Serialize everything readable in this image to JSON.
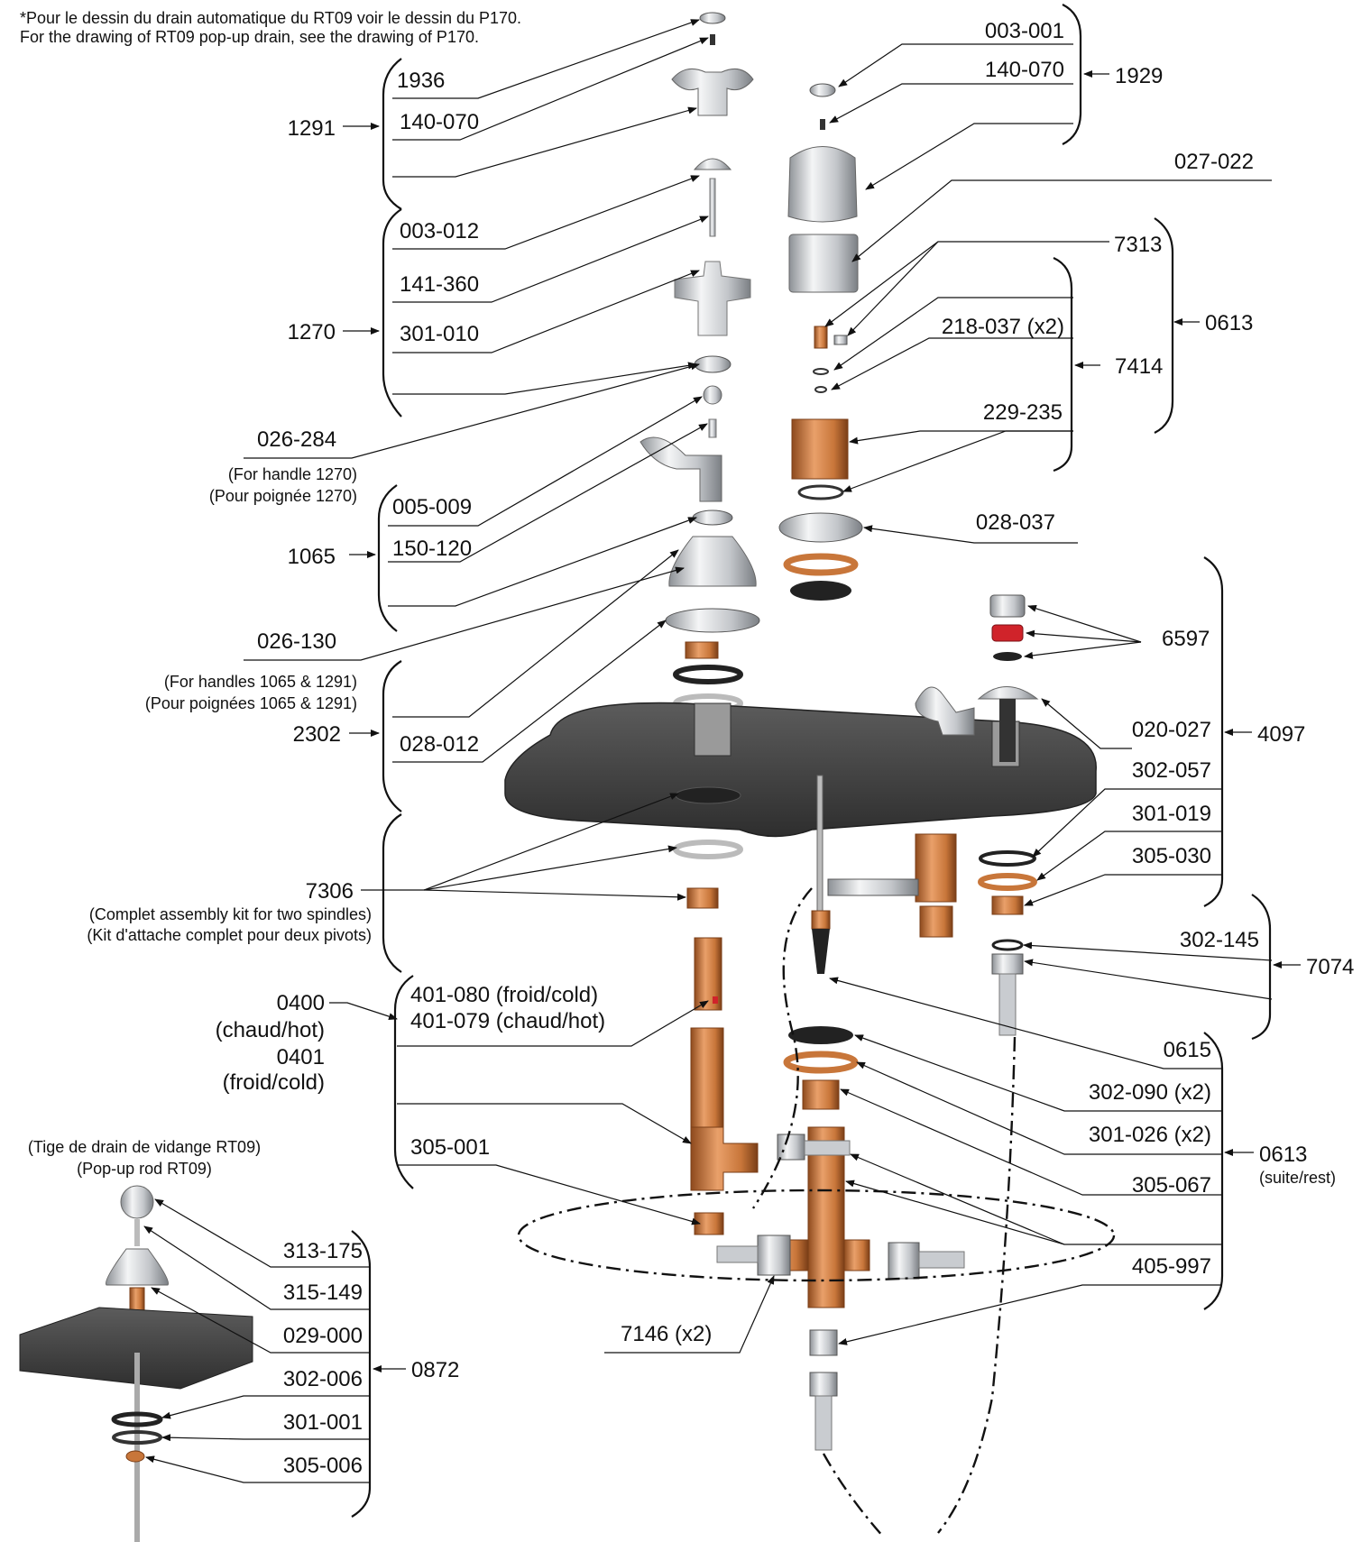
{
  "note": {
    "line_fr": "*Pour le dessin du drain automatique du RT09 voir le dessin du P170.",
    "line_en": "For the drawing of RT09 pop-up drain, see the drawing of P170."
  },
  "parts": {
    "p003_001": "003-001",
    "p140_070_r": "140-070",
    "p027_022": "027-022",
    "p7313": "7313",
    "p218_037": "218-037 (x2)",
    "p229_235": "229-235",
    "p028_037": "028-037",
    "p6597": "6597",
    "p020_027": "020-027",
    "p302_057": "302-057",
    "p301_019": "301-019",
    "p305_030": "305-030",
    "p302_145": "302-145",
    "p0615": "0615",
    "p302_090": "302-090 (x2)",
    "p301_026": "301-026 (x2)",
    "p305_067": "305-067",
    "p405_997": "405-997",
    "p7146": "7146 (x2)",
    "p1936": "1936",
    "p140_070_l": "140-070",
    "p003_012": "003-012",
    "p141_360": "141-360",
    "p301_010": "301-010",
    "p026_284": "026-284",
    "p005_009": "005-009",
    "p150_120": "150-120",
    "p026_130": "026-130",
    "p028_012": "028-012",
    "p401_080": "401-080 (froid/cold)",
    "p401_079": "401-079 (chaud/hot)",
    "p305_001": "305-001",
    "p313_175": "313-175",
    "p315_149": "315-149",
    "p029_000": "029-000",
    "p302_006": "302-006",
    "p301_001": "301-001",
    "p305_006": "305-006"
  },
  "groups": {
    "g1929": "1929",
    "g0613": "0613",
    "g7414": "7414",
    "g4097": "4097",
    "g7074": "7074",
    "g0613b": "0613",
    "g0613b_sub": "(suite/rest)",
    "g1291": "1291",
    "g1270": "1270",
    "g1065": "1065",
    "g2302": "2302",
    "g7306": "7306",
    "g0400": "0400",
    "g0400_sub": "(chaud/hot)",
    "g0401": "0401",
    "g0401_sub": "(froid/cold)",
    "g0872": "0872"
  },
  "captions": {
    "h1270_en": "(For handle 1270)",
    "h1270_fr": "(Pour poignée 1270)",
    "h1065_en": "(For handles 1065 & 1291)",
    "h1065_fr": "(Pour poignées 1065 & 1291)",
    "kit_en": "(Complet assembly kit for two spindles)",
    "kit_fr": "(Kit d'attache complet pour deux pivots)",
    "rod_fr": "(Tige de drain de vidange RT09)",
    "rod_en": "(Pop-up rod RT09)"
  },
  "colors": {
    "chrome": "#c9ccd0",
    "copper": "#c8763a",
    "black": "#2b2b2b",
    "red": "#d0232a",
    "counter": "#4a4a4a"
  }
}
